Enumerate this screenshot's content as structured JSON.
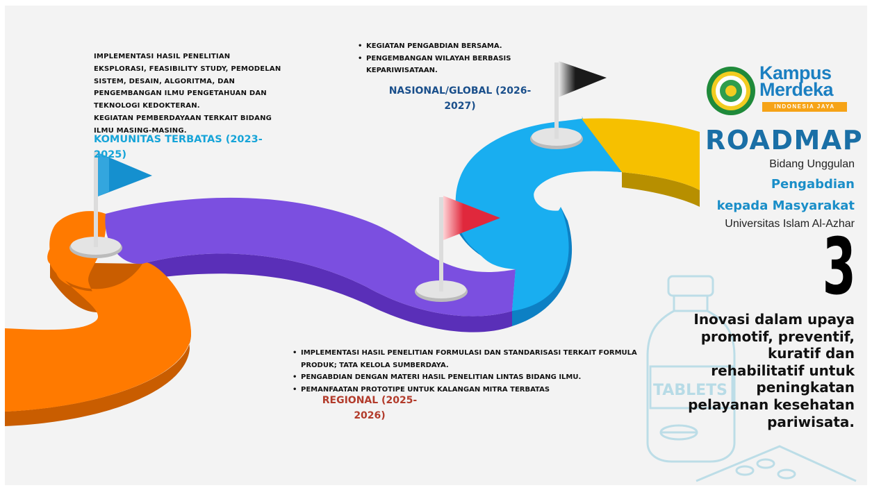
{
  "blocks": {
    "komunitas": {
      "paragraphs": [
        "IMPLEMENTASI HASIL PENELITIAN EKSPLORASI, FEASIBILITY STUDY, PEMODELAN SISTEM, DESAIN, ALGORITMA, DAN PENGEMBANGAN ILMU PENGETAHUAN DAN TEKNOLOGI KEDOKTERAN.",
        "KEGIATAN PEMBERDAYAAN TERKAIT BIDANG ILMU MASING-MASING."
      ]
    },
    "nasional": {
      "items": [
        "KEGIATAN PENGABDIAN BERSAMA.",
        "PENGEMBANGAN WILAYAH BERBASIS KEPARIWISATAAN."
      ]
    },
    "regional": {
      "items": [
        "IMPLEMENTASI HASIL PENELITIAN FORMULASI DAN STANDARISASI TERKAIT FORMULA PRODUK; TATA KELOLA SUMBERDAYA.",
        "PENGABDIAN DENGAN MATERI HASIL PENELITIAN LINTAS BIDANG ILMU.",
        "PEMANFAATAN PROTOTIPE UNTUK KALANGAN MITRA TERBATAS"
      ]
    }
  },
  "milestones": {
    "komunitas": "KOMUNITAS TERBATAS (2023-2025)",
    "nasional": "NASIONAL/GLOBAL (2026-2027)",
    "regional": "REGIONAL (2025-2026)"
  },
  "logo": {
    "line1": "Kampus",
    "line2": "Merdeka",
    "tagline": "INDONESIA JAYA"
  },
  "header": {
    "title": "ROADMAP",
    "sub1": "Bidang Unggulan",
    "sub2": "Pengabdian",
    "sub3": "kepada Masyarakat",
    "university": "Universitas Islam Al-Azhar",
    "number": "3"
  },
  "description": "Inovasi dalam upaya promotif, preventif, kuratif dan rehabilitatif untuk peningkatan pelayanan kesehatan pariwisata.",
  "decoration": {
    "bottle_label": "TABLETS"
  },
  "colors": {
    "road_orange": "#ff7a00",
    "road_purple": "#7b4fe0",
    "road_blue": "#19aef0",
    "road_yellow": "#f6c000",
    "flag_blue": "#1590cf",
    "flag_red": "#e0283c",
    "flag_black": "#1a1a1a",
    "title_blue": "#1a6fa6"
  }
}
